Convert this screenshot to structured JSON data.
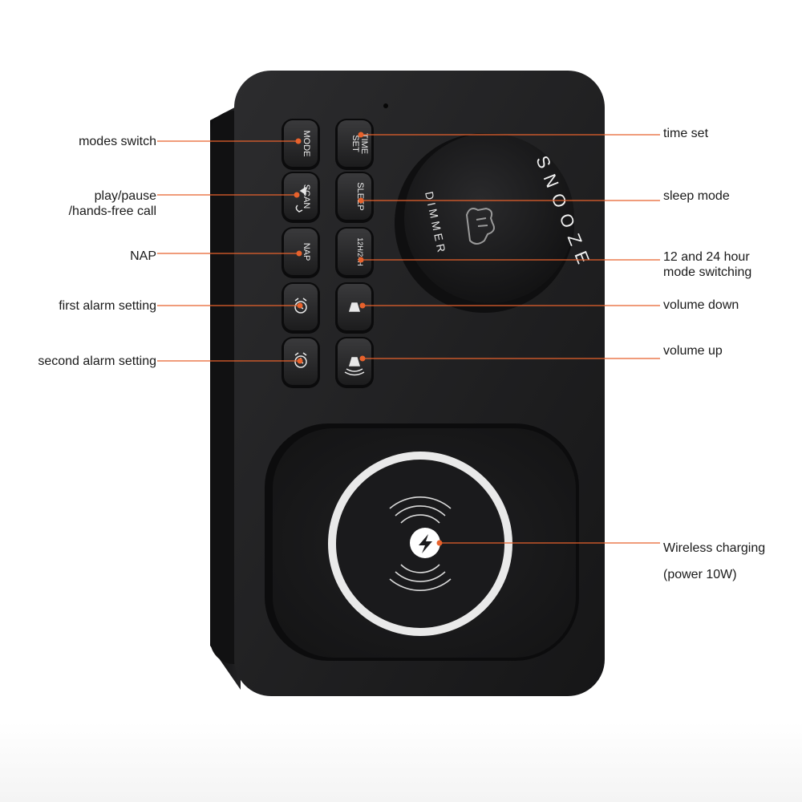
{
  "device": {
    "snooze_label": "SNOOZE",
    "dimmer_label": "DIMMER",
    "buttons_left": [
      {
        "id": "mode",
        "text": "MODE",
        "icon": ""
      },
      {
        "id": "scan",
        "text": "SCAN",
        "icon": "play-pause-phone-icon"
      },
      {
        "id": "nap",
        "text": "NAP",
        "icon": ""
      },
      {
        "id": "alarm1",
        "text": "",
        "icon": "alarm-clock-1-icon"
      },
      {
        "id": "alarm2",
        "text": "",
        "icon": "alarm-clock-2-icon"
      }
    ],
    "buttons_right": [
      {
        "id": "timeset",
        "text": "TIME SET",
        "icon": ""
      },
      {
        "id": "sleep",
        "text": "SLEEP",
        "icon": ""
      },
      {
        "id": "1224",
        "text": "12H/24H",
        "icon": ""
      },
      {
        "id": "voldown",
        "text": "",
        "icon": "volume-down-icon"
      },
      {
        "id": "volup",
        "text": "",
        "icon": "volume-up-icon"
      }
    ],
    "charger_icon": "lightning-icon",
    "body_color": "#1f1f21",
    "ring_color": "#e9e9e9"
  },
  "callouts": {
    "left": [
      {
        "id": "mode",
        "line1": "modes switch",
        "line2": ""
      },
      {
        "id": "play",
        "line1": "play/pause",
        "line2": "/hands-free call"
      },
      {
        "id": "nap",
        "line1": "NAP",
        "line2": ""
      },
      {
        "id": "alarm1",
        "line1": "first alarm setting",
        "line2": ""
      },
      {
        "id": "alarm2",
        "line1": "second alarm setting",
        "line2": ""
      }
    ],
    "right": [
      {
        "id": "timeset",
        "line1": "time set",
        "line2": ""
      },
      {
        "id": "sleep",
        "line1": "sleep mode",
        "line2": ""
      },
      {
        "id": "1224",
        "line1": "12 and 24 hour",
        "line2": "mode switching"
      },
      {
        "id": "voldown",
        "line1": "volume down",
        "line2": ""
      },
      {
        "id": "volup",
        "line1": "volume up",
        "line2": ""
      },
      {
        "id": "wireless",
        "line1": "Wireless charging",
        "line2": "(power 10W)"
      }
    ],
    "line_color": "#e8622c"
  }
}
